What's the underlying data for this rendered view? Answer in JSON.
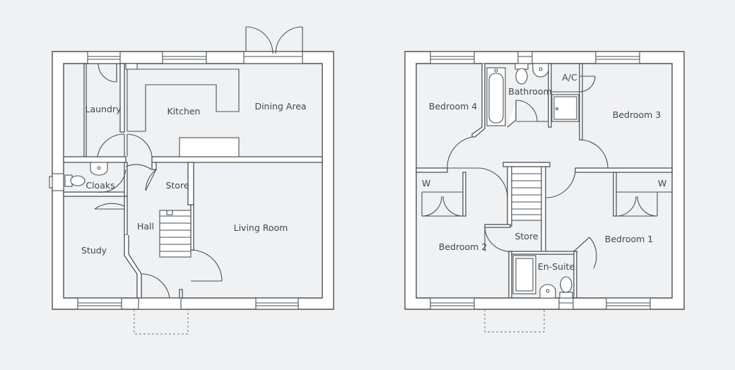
{
  "ground_floor": {
    "rooms": {
      "laundry": "Laundry",
      "kitchen": "Kitchen",
      "dining": "Dining Area",
      "cloaks": "Cloaks",
      "store": "Store",
      "hall": "Hall",
      "living": "Living Room",
      "study": "Study"
    }
  },
  "first_floor": {
    "rooms": {
      "bathroom": "Bathroom",
      "ac": "A/C",
      "bedroom4": "Bedroom 4",
      "bedroom3": "Bedroom 3",
      "wardrobe_left": "W",
      "wardrobe_right": "W",
      "store": "Store",
      "bedroom2": "Bedroom 2",
      "bedroom1": "Bedroom 1",
      "ensuite": "En-Suite"
    }
  }
}
